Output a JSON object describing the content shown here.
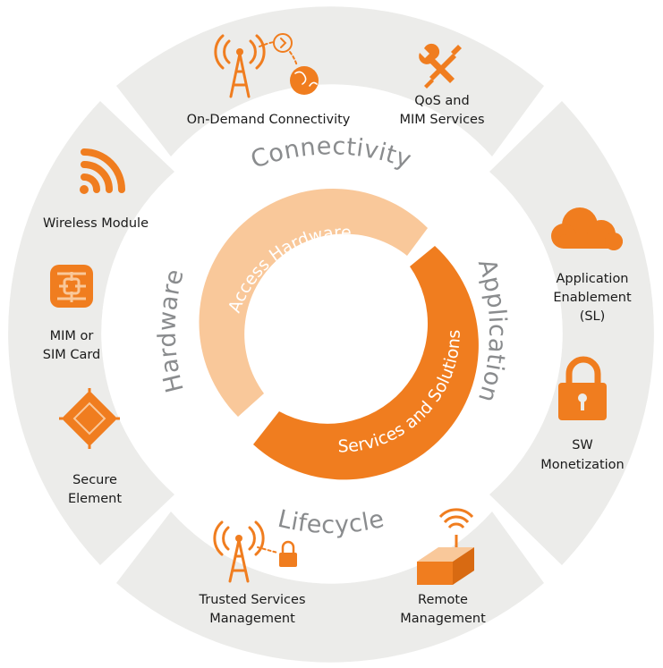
{
  "colors": {
    "segment_gray": "#ececea",
    "orange": "#f07d1f",
    "orange_light": "#f9c89a",
    "label_gray": "#8a8c8e",
    "text": "#1a1a1a"
  },
  "segments": {
    "connectivity": {
      "title": "Connectivity",
      "items": [
        {
          "icon": "cell-tower-globe-icon",
          "lines": [
            "On-Demand Connectivity"
          ]
        },
        {
          "icon": "wrench-screwdriver-icon",
          "lines": [
            "QoS and",
            "MIM Services"
          ]
        }
      ]
    },
    "application": {
      "title": "Application",
      "items": [
        {
          "icon": "cloud-icon",
          "lines": [
            "Application",
            "Enablement",
            "(SL)"
          ]
        },
        {
          "icon": "padlock-icon",
          "lines": [
            "SW",
            "Monetization"
          ]
        }
      ]
    },
    "lifecycle": {
      "title": "Lifecycle",
      "items": [
        {
          "icon": "cell-tower-lock-icon",
          "lines": [
            "Trusted Services",
            "Management"
          ]
        },
        {
          "icon": "remote-box-wifi-icon",
          "lines": [
            "Remote",
            "Management"
          ]
        }
      ]
    },
    "hardware": {
      "title": "Hardware",
      "items": [
        {
          "icon": "wifi-signal-icon",
          "lines": [
            "Wireless Module"
          ]
        },
        {
          "icon": "sim-chip-icon",
          "lines": [
            "MIM or",
            "SIM Card"
          ]
        },
        {
          "icon": "secure-element-chip-icon",
          "lines": [
            "Secure",
            "Element"
          ]
        }
      ]
    }
  },
  "inner_ring": {
    "access_hardware": "Access Hardware",
    "services_solutions": "Services and Solutions"
  }
}
